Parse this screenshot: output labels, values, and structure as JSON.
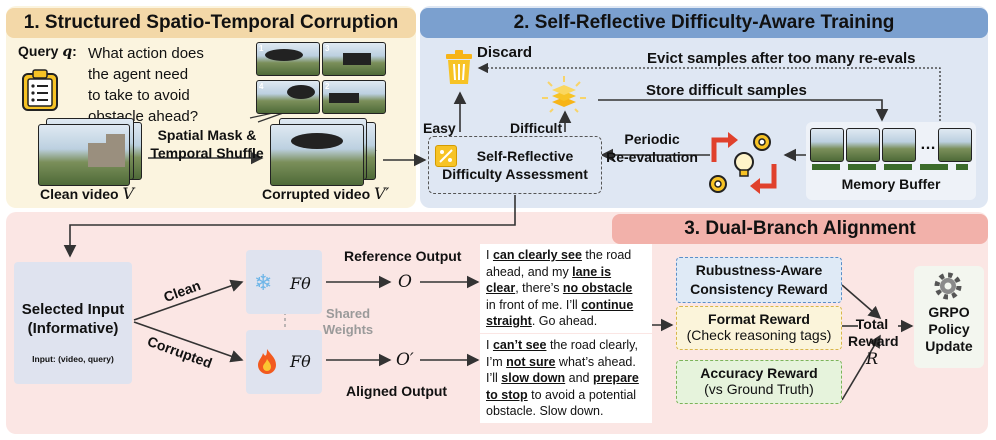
{
  "panel1": {
    "header": "1. Structured Spatio-Temporal Corruption",
    "query_label": "Query ",
    "query_symbol": "q",
    "query_text_1": "What action does",
    "query_text_2": "the agent need",
    "query_text_3": "to take to avoid",
    "query_text_4": "obstacle ahead?",
    "op_label_1": "Spatial Mask &",
    "op_label_2": "Temporal Shuffle",
    "clean_label": "Clean video ",
    "clean_symbol": "V",
    "corrupted_label": "Corrupted video ",
    "corrupted_symbol": "V′",
    "frame_numbers": [
      "1",
      "2",
      "3",
      "4"
    ]
  },
  "panel2": {
    "header": "2. Self-Reflective Difficulty-Aware Training",
    "discard": "Discard",
    "evict": "Evict samples after too many re-evals",
    "store": "Store difficult samples",
    "easy": "Easy",
    "difficult": "Difficult",
    "periodic_1": "Periodic",
    "periodic_2": "Re-evaluation",
    "assessment_1": "Self-Reflective",
    "assessment_2": "Difficulty Assessment",
    "memory_buffer": "Memory Buffer",
    "ellipsis": "…"
  },
  "panel3": {
    "header": "3. Dual-Branch Alignment",
    "selected_input_1": "Selected  Input",
    "selected_input_2": "(Informative)",
    "input_desc": "Input: (video, query)",
    "clean": "Clean",
    "corrupted": "Corrupted",
    "f_theta": "Fθ",
    "shared_1": "Shared",
    "shared_2": "Weights",
    "reference_output": "Reference Output",
    "aligned_output": "Aligned Output",
    "o": "O",
    "o_prime": "O′",
    "ref": {
      "t1": "I ",
      "b1": "can clearly see",
      "t2": " the road",
      "t3": "ahead, and my ",
      "b2": "lane is",
      "b3": "clear",
      "t4": ", there’s ",
      "b4": "no obstacle",
      "t5": "in front of me. I’ll ",
      "b5": "continue",
      "b6": "straight",
      "t6": ". Go ahead."
    },
    "ali": {
      "t1": "I ",
      "b1": "can’t see",
      "t2": " the road clearly,",
      "t3": "I’m ",
      "b2": "not sure",
      "t4": " what’s ahead.",
      "t5": "I’ll ",
      "b3": "slow down",
      "t6": " and ",
      "b4": "prepare",
      "b5": "to stop",
      "t7": " to avoid a potential",
      "t8": "obstacle. Slow down."
    },
    "reward1_1": "Rubustness-Aware",
    "reward1_2": "Consistency Reward",
    "reward2_1": "Format Reward",
    "reward2_2": "(Check reasoning tags)",
    "reward3_1": "Accuracy Reward",
    "reward3_2": "(vs Ground Truth)",
    "total_1": "Total",
    "total_2": "Reward",
    "total_symbol": "R",
    "grpo_1": "GRPO",
    "grpo_2": "Policy",
    "grpo_3": "Update"
  },
  "colors": {
    "panel1_bg": "#fbf4df",
    "panel1_header": "#f3d8a8",
    "panel2_bg": "#dfe7f3",
    "panel2_header": "#7ba0cf",
    "panel3_bg": "#fbe6e4",
    "panel3_header": "#f2b1aa",
    "consistency_reward": "#dfeaf6",
    "format_reward": "#fbf4da",
    "accuracy_reward": "#e6f3dc"
  }
}
